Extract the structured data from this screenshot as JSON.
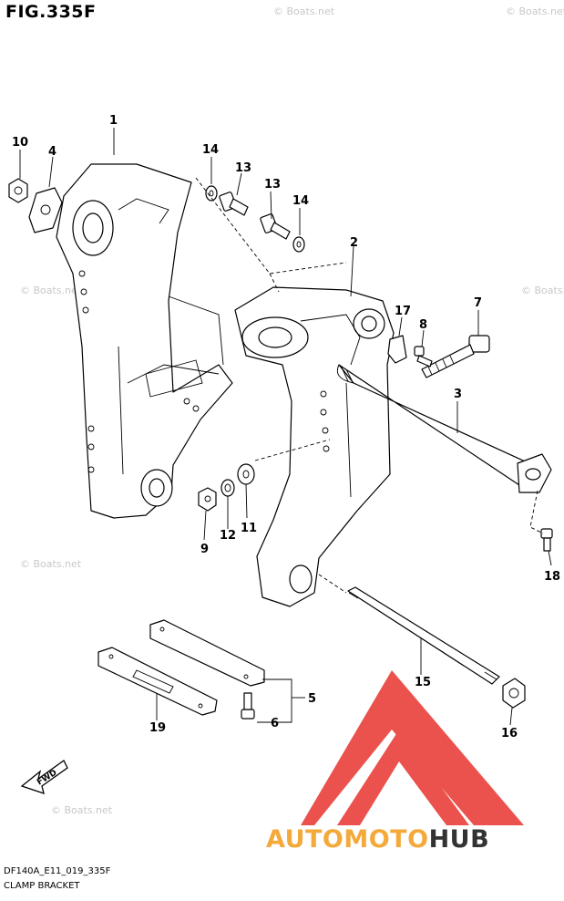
{
  "figure": {
    "title": "FIG.335F"
  },
  "footer": {
    "code": "DF140A_E11_019_335F",
    "name": "CLAMP BRACKET"
  },
  "watermark": {
    "text": "© Boats.net",
    "color": "#c8c8c8"
  },
  "brand": {
    "part1": "AUTOMOTO",
    "part2": "HUB",
    "color_primary": "#f4a93b",
    "color_secondary": "#333333",
    "logo_color": "#e8342f"
  },
  "fwd_label": "FWD",
  "callouts": [
    "1",
    "2",
    "3",
    "4",
    "5",
    "6",
    "7",
    "8",
    "9",
    "10",
    "11",
    "12",
    "13",
    "13",
    "14",
    "14",
    "15",
    "16",
    "17",
    "18",
    "19"
  ]
}
